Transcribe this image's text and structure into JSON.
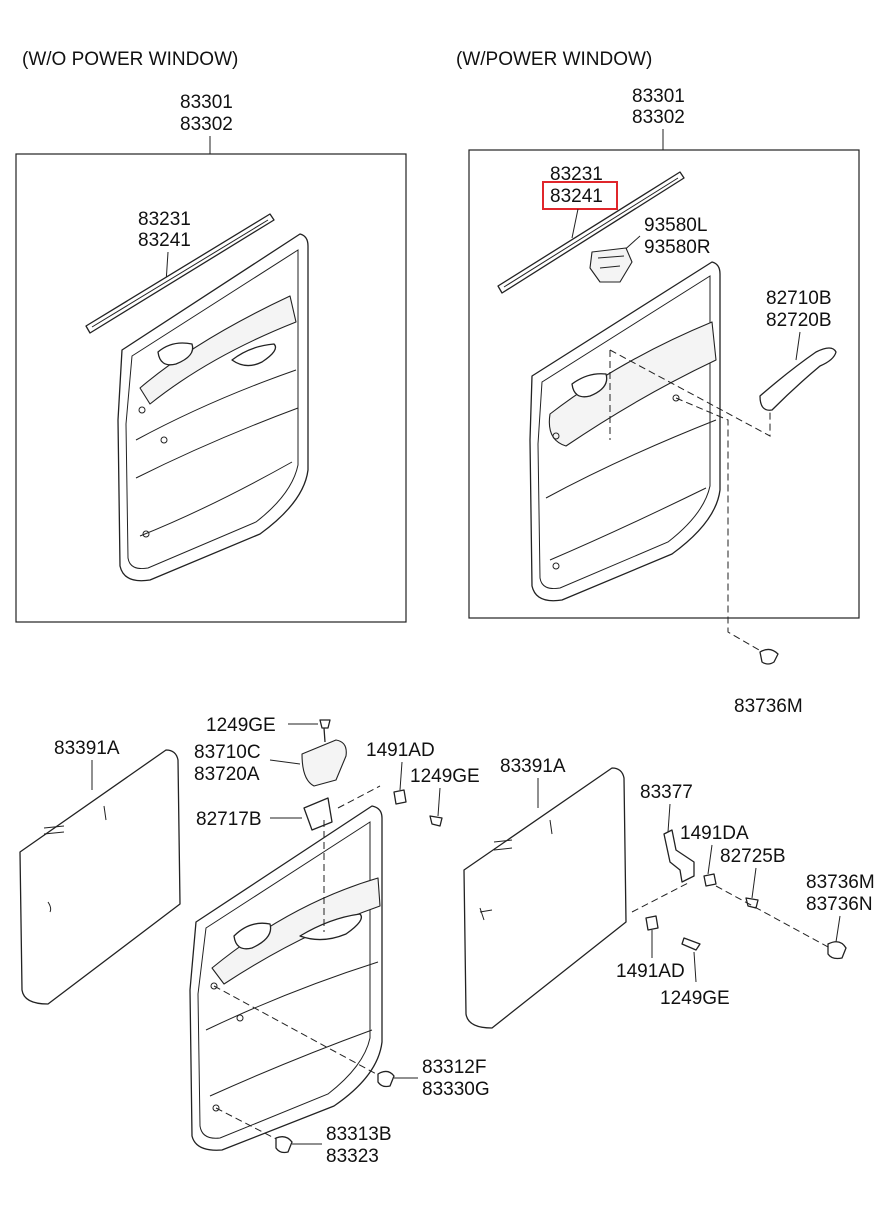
{
  "headers": {
    "without_power_window": "(W/O POWER WINDOW)",
    "with_power_window": "(W/POWER WINDOW)"
  },
  "left_panel": {
    "trim_assy": [
      "83301",
      "83302"
    ],
    "weatherstrip": [
      "83231",
      "83241"
    ]
  },
  "right_panel": {
    "trim_assy": [
      "83301",
      "83302"
    ],
    "weatherstrip": [
      "83231",
      "83241"
    ],
    "highlighted_part": "83241",
    "switch_bezel": [
      "93580L",
      "93580R"
    ],
    "pull_handle": [
      "82710B",
      "82720B"
    ],
    "fastener": "83736M"
  },
  "lower_left": {
    "seal_sheet": "83391A",
    "screw_top": "1249GE",
    "inside_handle": [
      "83710C",
      "83720A"
    ],
    "bracket": "82717B",
    "clip": "1491AD",
    "screw_right": "1249GE",
    "fastener_mid": [
      "83312F",
      "83330G"
    ],
    "fastener_low": [
      "83313B",
      "83323"
    ]
  },
  "lower_right": {
    "seal_sheet": "83391A",
    "bracket": "83377",
    "clip_upper": "1491DA",
    "screw_upper": "82725B",
    "fastener": [
      "83736M",
      "83736N"
    ],
    "clip_lower": "1491AD",
    "screw_lower": "1249GE"
  }
}
